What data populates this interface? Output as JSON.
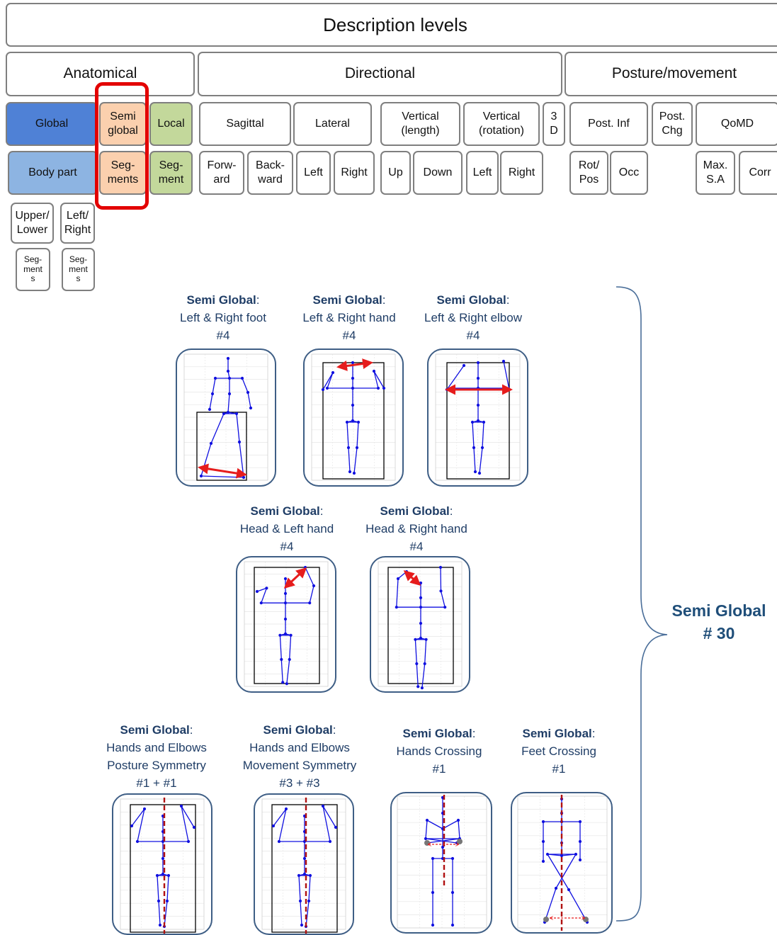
{
  "title": "Description levels",
  "categories": {
    "anatomical": "Anatomical",
    "directional": "Directional",
    "posture": "Posture/movement"
  },
  "row2": {
    "global": "Global",
    "semi_global": "Semi\nglobal",
    "local": "Local",
    "sagittal": "Sagittal",
    "lateral": "Lateral",
    "vertical_length": "Vertical\n(length)",
    "vertical_rotation": "Vertical\n(rotation)",
    "three_d": "3\nD",
    "post_inf": "Post. Inf",
    "post_chg": "Post.\nChg",
    "qomd": "QoMD"
  },
  "row3": {
    "body_part": "Body part",
    "segments": "Seg-\nments",
    "segment": "Seg-\nment",
    "forward": "Forw-\nard",
    "backward": "Back-\nward",
    "left1": "Left",
    "right1": "Right",
    "up": "Up",
    "down": "Down",
    "left2": "Left",
    "right2": "Right",
    "rot_pos": "Rot/\nPos",
    "occ": "Occ",
    "max_sa": "Max.\nS.A",
    "corr": "Corr"
  },
  "row4": {
    "upper_lower": "Upper/\nLower",
    "left_right": "Left/\nRight"
  },
  "row5": {
    "segments_a": "Seg-\nment\ns",
    "segments_b": "Seg-\nment\ns"
  },
  "captions": [
    {
      "t1": "Semi Global",
      "colon": ":",
      "t2": "Left & Right foot",
      "t3": "#4"
    },
    {
      "t1": "Semi Global",
      "colon": ":",
      "t2": "Left & Right hand",
      "t3": "#4"
    },
    {
      "t1": "Semi Global",
      "colon": ":",
      "t2": "Left & Right elbow",
      "t3": "#4"
    },
    {
      "t1": "Semi Global",
      "colon": ":",
      "t2": "Head & Left hand",
      "t3": "#4"
    },
    {
      "t1": "Semi Global",
      "colon": ":",
      "t2": "Head & Right hand",
      "t3": "#4"
    },
    {
      "t1": "Semi Global",
      "colon": ":",
      "t2": "Hands and Elbows",
      "t3": "Posture Symmetry",
      "t4": "#1 + #1"
    },
    {
      "t1": "Semi Global",
      "colon": ":",
      "t2": "Hands and Elbows",
      "t3": "Movement Symmetry",
      "t4": "#3 + #3"
    },
    {
      "t1": "Semi Global",
      "colon": ":",
      "t2": "Hands Crossing",
      "t3": "#1"
    },
    {
      "t1": "Semi Global",
      "colon": ":",
      "t2": "Feet Crossing",
      "t3": "#1"
    }
  ],
  "summary": {
    "label": "Semi Global",
    "count": "# 30"
  },
  "colors": {
    "skeleton": "#1010e0",
    "arrow": "#e61c1c",
    "highlight_frame": "#e30000",
    "panel_border": "#3e5e85",
    "global_fill": "#4f81d6",
    "semi_global_fill": "#fbd0ae",
    "local_fill": "#c3d89b",
    "body_part_fill": "#8db4e2"
  }
}
